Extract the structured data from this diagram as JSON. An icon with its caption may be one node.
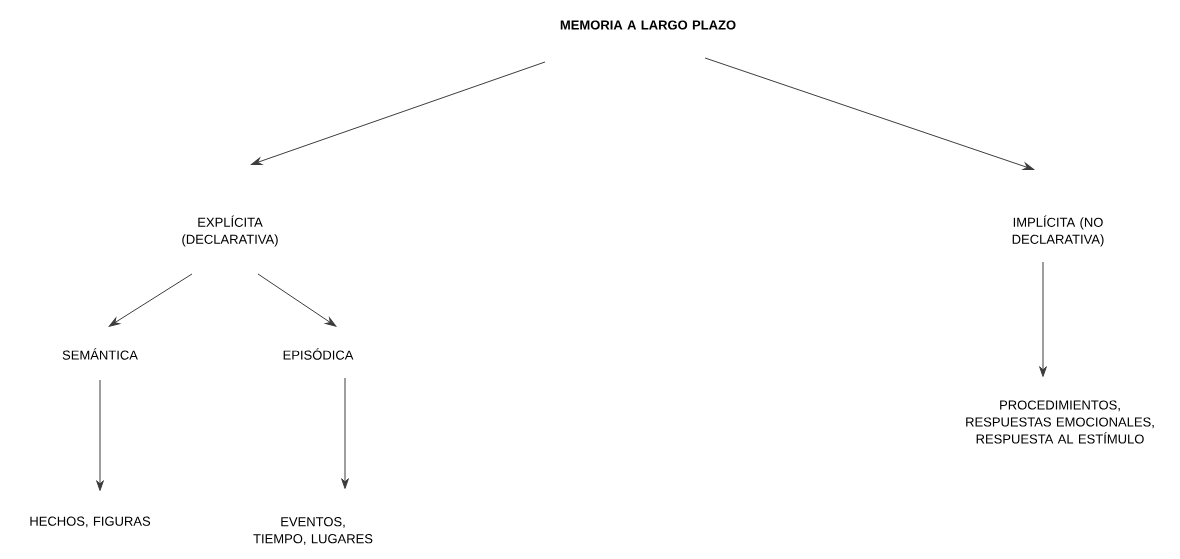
{
  "diagram": {
    "nodes": [
      {
        "text": [
          "MEMORIA A LARGO PLAZO"
        ]
      },
      {
        "text": [
          "EXPLÍCITA (DECLARATIVA)"
        ]
      },
      {
        "text": [
          "IMPLÍCITA (NO DECLARATIVA)"
        ]
      },
      {
        "text": [
          "SEMÁNTICA"
        ]
      },
      {
        "text": [
          "EPISÓDICA"
        ]
      },
      {
        "text": [
          "HECHOS, FIGURAS"
        ]
      },
      {
        "text": [
          "EVENTOS, TIEMPO, LUGARES"
        ]
      },
      {
        "text": [
          "PROCEDIMIENTOS, RESPUESTAS EMOCIONALES, RESPUESTA AL ESTÍMULO"
        ]
      }
    ],
    "edges": [
      {
        "from": 0,
        "to": 1,
        "arrow": "to"
      },
      {
        "from": 0,
        "to": 2,
        "arrow": "to"
      },
      {
        "from": 1,
        "to": 3,
        "arrow": "to"
      },
      {
        "from": 1,
        "to": 4,
        "arrow": "to"
      },
      {
        "from": 3,
        "to": 5,
        "arrow": "to"
      },
      {
        "from": 4,
        "to": 6,
        "arrow": "to"
      },
      {
        "from": 2,
        "to": 7,
        "arrow": "to"
      }
    ]
  }
}
